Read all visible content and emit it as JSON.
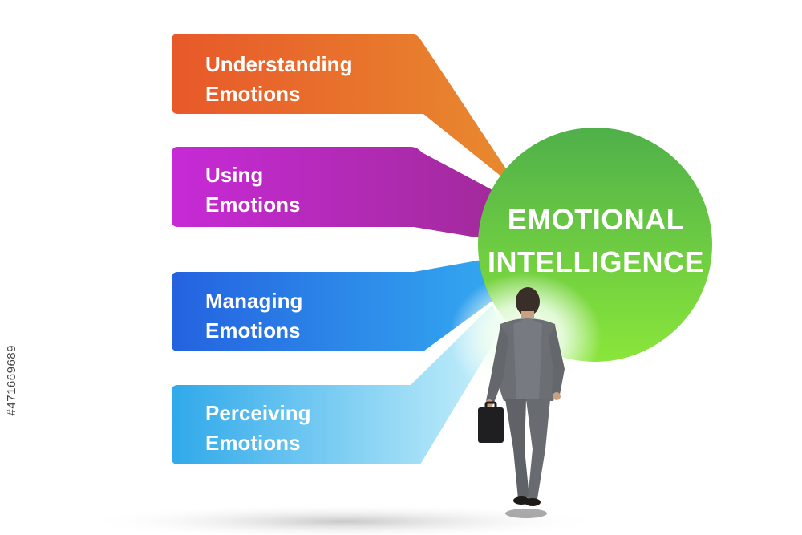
{
  "center": {
    "line1": "EMOTIONAL",
    "line2": "INTELLIGENCE",
    "color_top": "#55b548",
    "color_bottom": "#8be33a"
  },
  "branches": [
    {
      "line1": "Understanding",
      "line2": "Emotions",
      "color": "#e8632a"
    },
    {
      "line1": "Using",
      "line2": "Emotions",
      "color": "#c026c9"
    },
    {
      "line1": "Managing",
      "line2": "Emotions",
      "color": "#2572e6"
    },
    {
      "line1": "Perceiving",
      "line2": "Emotions",
      "color": "#39b2ea"
    }
  ],
  "stock_id": "#471669689"
}
